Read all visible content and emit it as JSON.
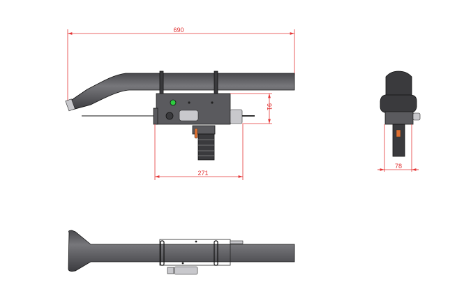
{
  "drawing": {
    "dimensions": {
      "overall_length": "690",
      "body_height": "91",
      "body_length": "271",
      "side_width": "78"
    },
    "colors": {
      "dimension": "#e53535",
      "body": "#5a5a5e",
      "indicator": "#2ecc40",
      "trigger": "#e07030"
    }
  }
}
